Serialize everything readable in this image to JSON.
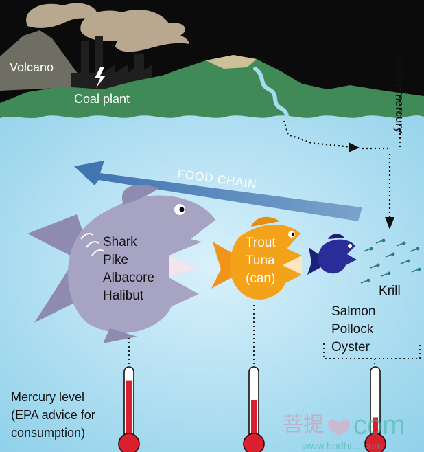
{
  "sources": {
    "volcano": "Volcano",
    "coal_plant": "Coal plant",
    "methylmercury": "Methylmercury"
  },
  "food_chain_label": "FOOD CHAIN",
  "groups": {
    "large_fish": [
      "Shark",
      "Pike",
      "Albacore",
      "Halibut"
    ],
    "medium_fish": [
      "Trout",
      "Tuna",
      "(can)"
    ],
    "krill": "Krill",
    "small_fish": [
      "Salmon",
      "Pollock",
      "Oyster"
    ]
  },
  "legend": [
    "Mercury level",
    "(EPA advice for",
    "consumption)"
  ],
  "watermark": {
    "brand": "菩提",
    "suffix": "com",
    "url": "www.bodhi....com"
  },
  "thermometer_levels": [
    0.8,
    0.5,
    0.25
  ],
  "colors": {
    "sky": "#0b0b0b",
    "water": "#a6dcef",
    "mountain": "#3f8a57",
    "volcano": "#6e6e62",
    "smoke": "#b7a88f",
    "arrow": "#4a7fb8",
    "shark": "#a7a3c3",
    "tuna": "#f4a21a",
    "small_fish": "#2a2c9a",
    "mercury": "#d8202f"
  }
}
